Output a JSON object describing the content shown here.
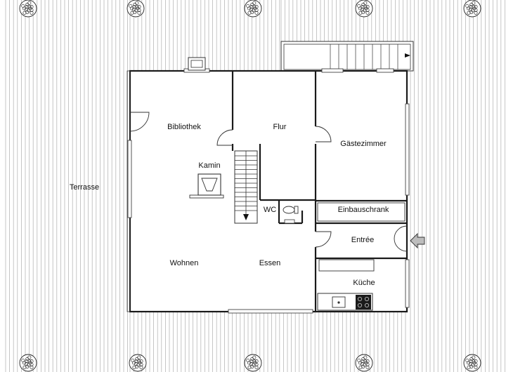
{
  "rooms": {
    "bibliothek": "Bibliothek",
    "flur": "Flur",
    "gaestezimmer": "Gästezimmer",
    "kamin": "Kamin",
    "terrasse": "Terrasse",
    "wc": "WC",
    "einbauschrank": "Einbauschrank",
    "entree": "Entrée",
    "wohnen": "Wohnen",
    "essen": "Essen",
    "kueche": "Küche"
  },
  "icons": {
    "entrance": "entrance-arrow-icon",
    "stairs": "stairs-down-arrow-icon",
    "tree": "tree-icon"
  }
}
